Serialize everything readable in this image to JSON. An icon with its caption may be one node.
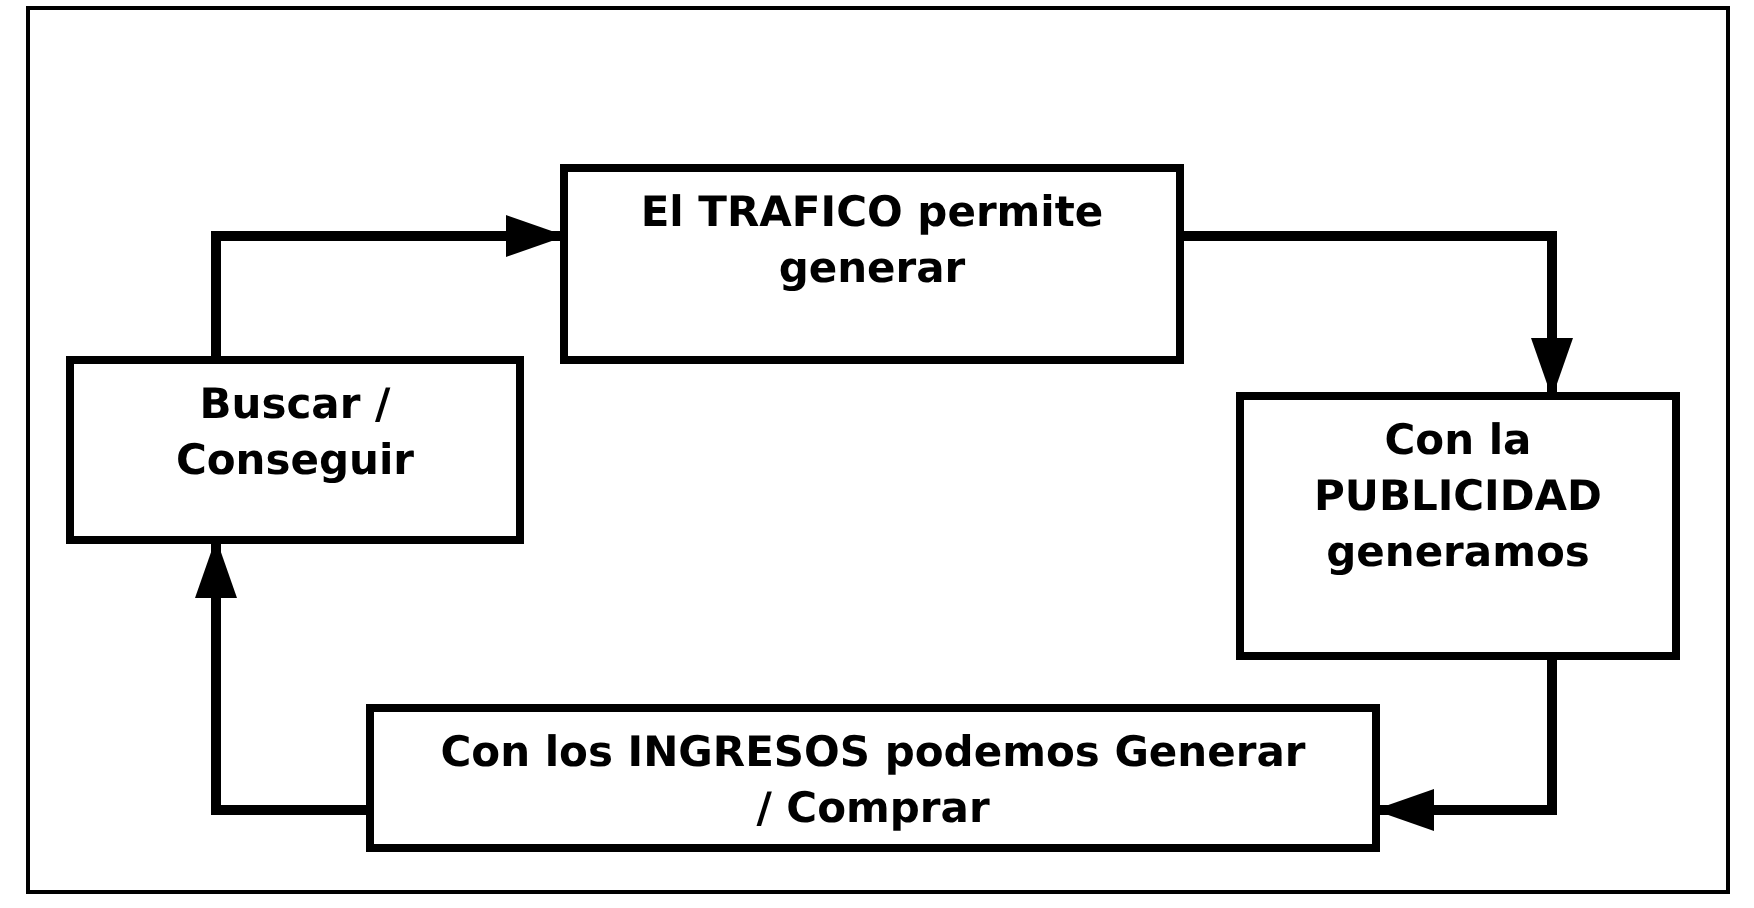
{
  "diagram": {
    "nodes": [
      {
        "text": [
          "El TRAFICO permite generar"
        ]
      },
      {
        "text": [
          "Buscar / Conseguir"
        ]
      },
      {
        "text": [
          "Con la PUBLICIDAD generamos"
        ]
      },
      {
        "text": [
          "Con los INGRESOS podemos Generar / Comprar"
        ]
      }
    ],
    "edges": [
      {
        "from": 1,
        "to": 0,
        "arrow": "to"
      },
      {
        "from": 0,
        "to": 2,
        "arrow": "to"
      },
      {
        "from": 2,
        "to": 3,
        "arrow": "to"
      },
      {
        "from": 3,
        "to": 1,
        "arrow": "to"
      }
    ]
  }
}
